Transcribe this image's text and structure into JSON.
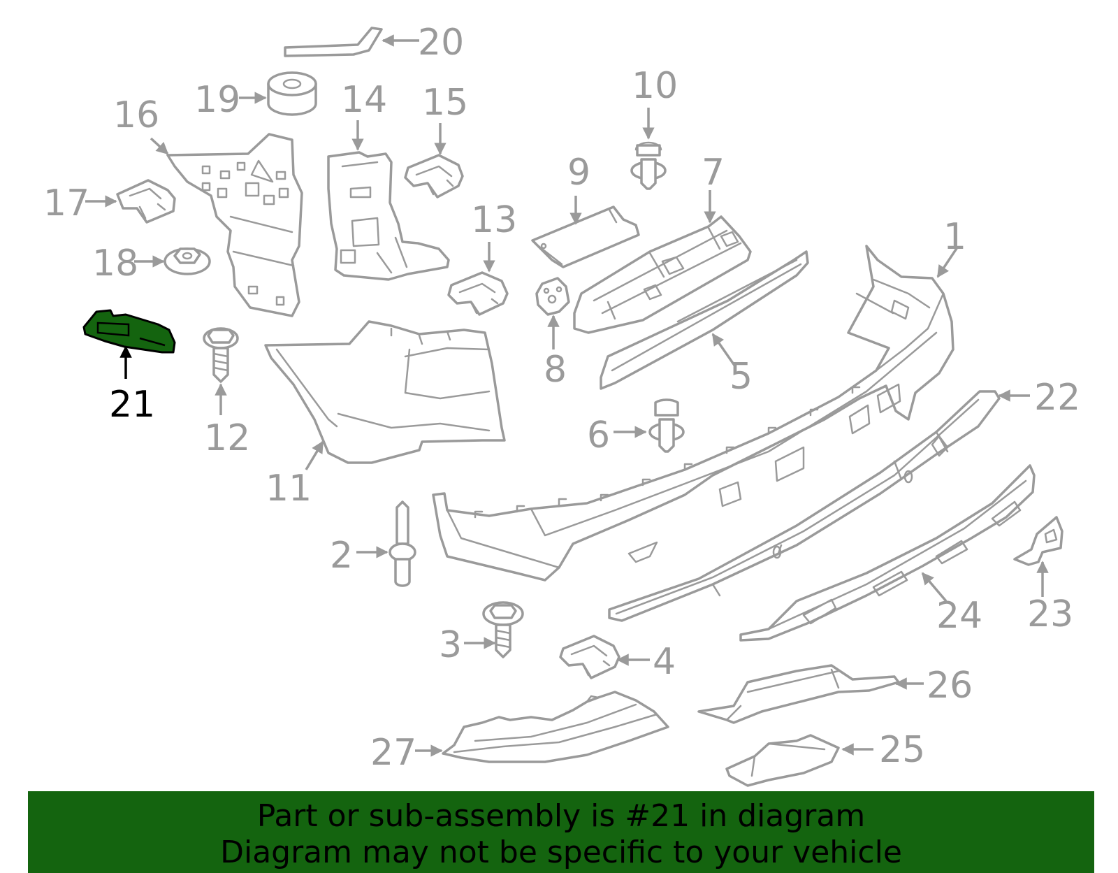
{
  "diagram": {
    "highlight_color": "#14640f",
    "highlighted_part": "21",
    "labels": {
      "p1": "1",
      "p2": "2",
      "p3": "3",
      "p4": "4",
      "p5": "5",
      "p6": "6",
      "p7": "7",
      "p8": "8",
      "p9": "9",
      "p10": "10",
      "p11": "11",
      "p12": "12",
      "p13": "13",
      "p14": "14",
      "p15": "15",
      "p16": "16",
      "p17": "17",
      "p18": "18",
      "p19": "19",
      "p20": "20",
      "p21": "21",
      "p22": "22",
      "p23": "23",
      "p24": "24",
      "p25": "25",
      "p26": "26",
      "p27": "27"
    }
  },
  "banner": {
    "line1": "Part or sub-assembly is #21 in diagram",
    "line2": "Diagram may not be specific to your vehicle"
  }
}
